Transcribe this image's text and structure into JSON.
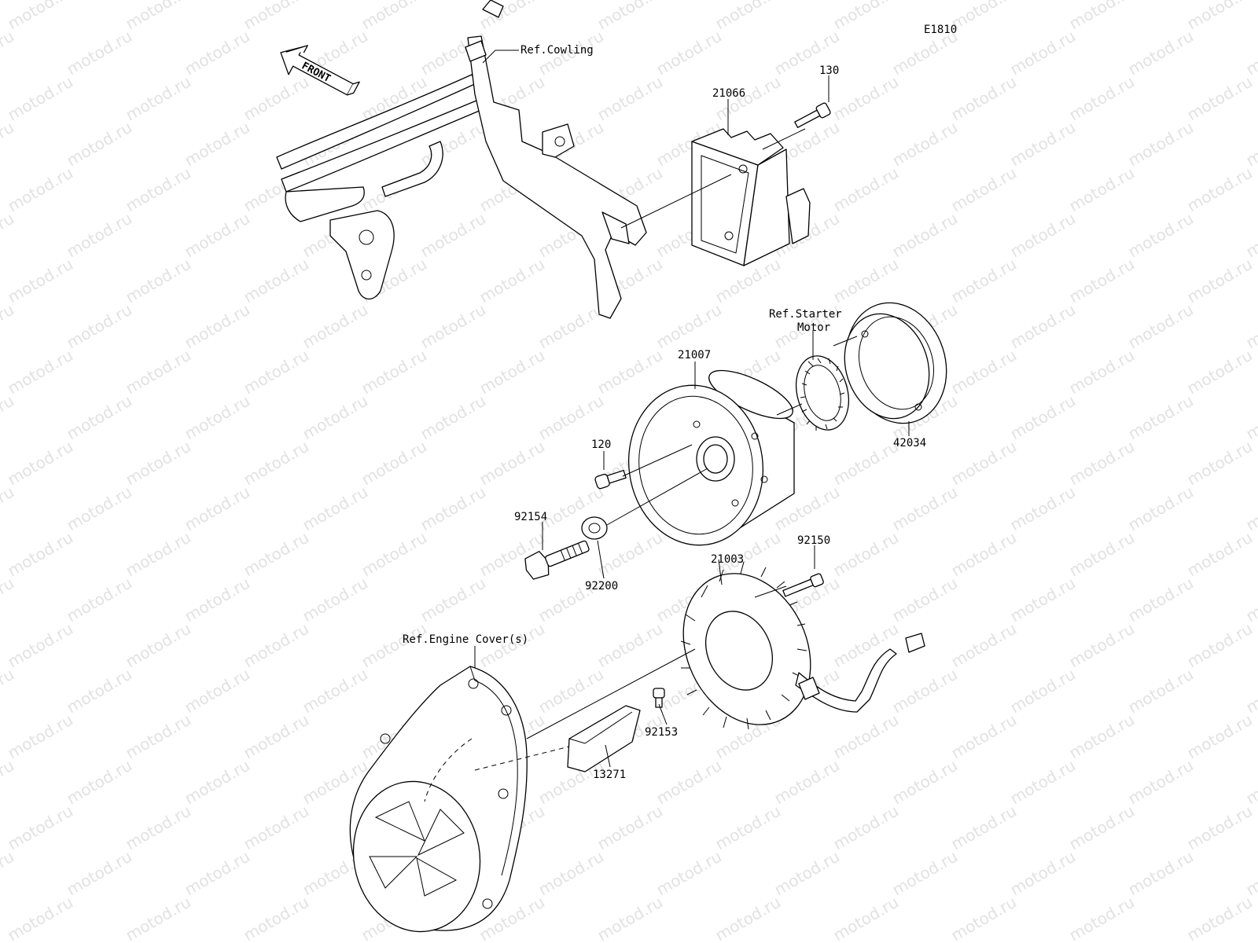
{
  "diagram_code": "E1810",
  "watermark_text": "motod.ru",
  "direction_arrow": "FRONT",
  "references": {
    "cowling": "Ref.Cowling",
    "starter_motor_line1": "Ref.Starter",
    "starter_motor_line2": "Motor",
    "engine_cover": "Ref.Engine Cover(s)"
  },
  "parts": {
    "regulator": "21066",
    "regulator_bolt": "130",
    "rotor": "21007",
    "rotor_bolt_small": "120",
    "starter_clutch_cover": "42034",
    "rotor_bolt": "92154",
    "washer": "92200",
    "stator": "21003",
    "stator_bolt": "92150",
    "cable_clamp_bolt": "92153",
    "cable_clamp": "13271"
  },
  "colors": {
    "line": "#000000",
    "watermark": "#e2e2e2",
    "background": "#ffffff"
  }
}
